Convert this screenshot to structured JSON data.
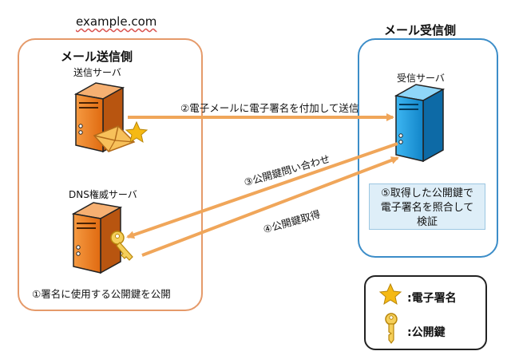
{
  "domain_label": "example.com",
  "sender": {
    "title": "メール送信側",
    "send_server_label": "送信サーバ",
    "dns_server_label": "DNS権威サーバ",
    "step1": "①署名に使用する公開鍵を公開"
  },
  "receiver": {
    "title": "メール受信側",
    "server_label": "受信サーバ",
    "step5_lines": [
      "⑤取得した公開鍵で",
      "電子署名を照合して",
      "検証"
    ]
  },
  "steps": {
    "step2": "②電子メールに電子署名を付加して送信",
    "step3": "③公開鍵問い合わせ",
    "step4": "④公開鍵取得"
  },
  "legend": {
    "signature": ":電子署名",
    "public_key": ":公開鍵"
  },
  "colors": {
    "sender_border": "#e59a6a",
    "receiver_border": "#3c8dc8",
    "arrow": "#f0a65a",
    "server_orange": "#ef7d22",
    "server_blue": "#1c9ee6"
  }
}
